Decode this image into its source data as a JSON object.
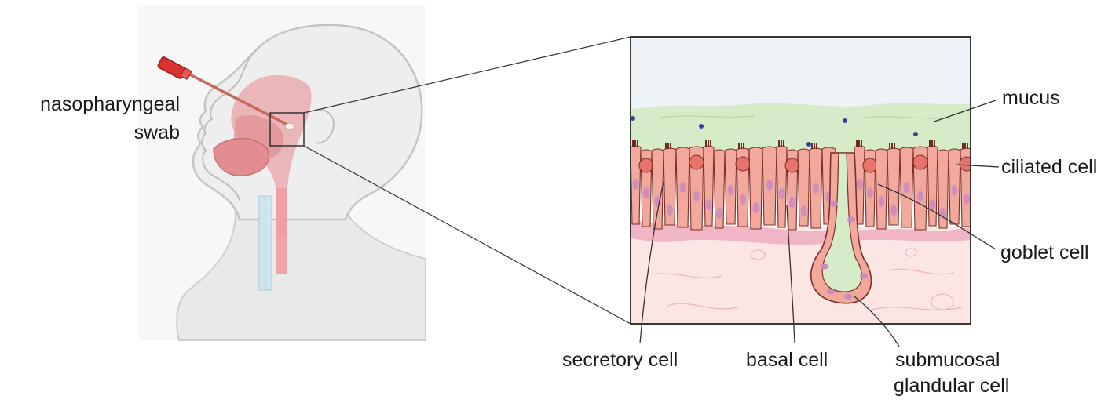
{
  "labels": {
    "swab_line1": "nasopharyngeal",
    "swab_line2": "swab",
    "mucus": "mucus",
    "ciliated": "ciliated cell",
    "goblet": "goblet cell",
    "secretory": "secretory cell",
    "basal": "basal cell",
    "submucosal_line1": "submucosal",
    "submucosal_line2": "glandular cell"
  },
  "colors": {
    "lumen": "#eef3f8",
    "mucus": "#d6ebc8",
    "epithelium": "#f2a99c",
    "cell_border": "#7a2f2a",
    "nucleus": "#c98bbf",
    "goblet_granule": "#e7746a",
    "cilia": "#6b2b22",
    "basement": "#f0b6c6",
    "submucosa": "#fbe6e3",
    "particle": "#3a3f9a",
    "swab_handle": "#d9332e",
    "head_fill": "#efefef",
    "head_outline": "#c7c7c7",
    "airway": "#e9a3a6"
  }
}
